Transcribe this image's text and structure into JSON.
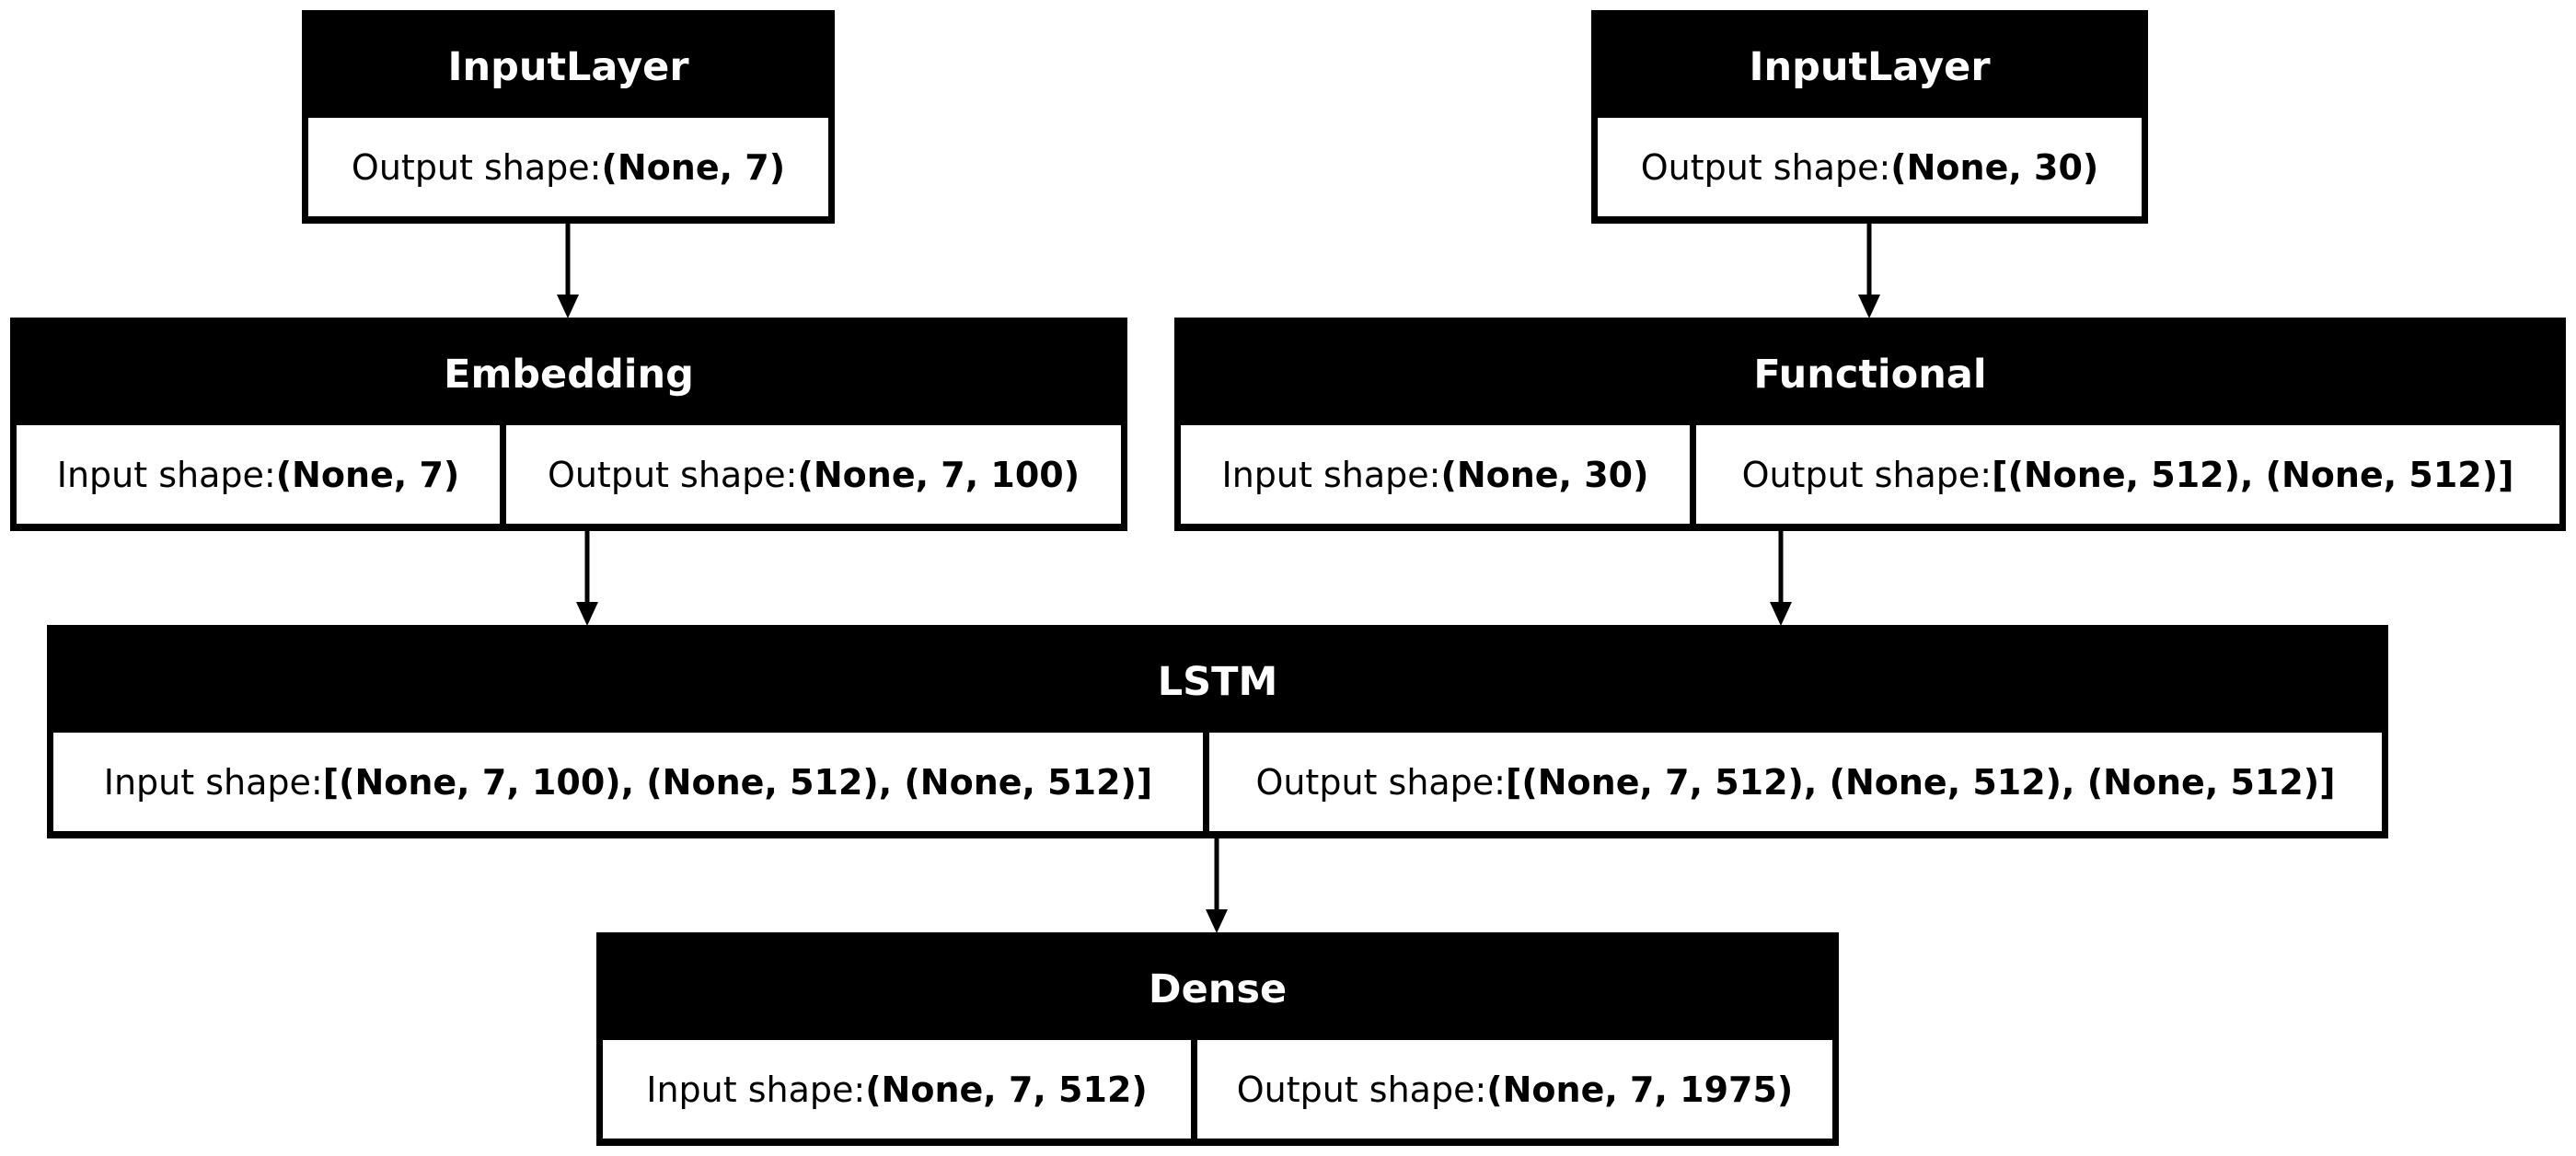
{
  "nodes": {
    "input1": {
      "title": "InputLayer",
      "output_label": "Output shape: ",
      "output_shape": "(None, 7)"
    },
    "input2": {
      "title": "InputLayer",
      "output_label": "Output shape: ",
      "output_shape": "(None, 30)"
    },
    "embedding": {
      "title": "Embedding",
      "input_label": "Input shape: ",
      "input_shape": "(None, 7)",
      "output_label": "Output shape: ",
      "output_shape": "(None, 7, 100)"
    },
    "functional": {
      "title": "Functional",
      "input_label": "Input shape: ",
      "input_shape": "(None, 30)",
      "output_label": "Output shape: ",
      "output_shape": "[(None, 512), (None, 512)]"
    },
    "lstm": {
      "title": "LSTM",
      "input_label": "Input shape: ",
      "input_shape": "[(None, 7, 100), (None, 512), (None, 512)]",
      "output_label": "Output shape: ",
      "output_shape": "[(None, 7, 512), (None, 512), (None, 512)]"
    },
    "dense": {
      "title": "Dense",
      "input_label": "Input shape: ",
      "input_shape": "(None, 7, 512)",
      "output_label": "Output shape: ",
      "output_shape": "(None, 7, 1975)"
    }
  },
  "edges": [
    {
      "from": "input1",
      "to": "embedding"
    },
    {
      "from": "input2",
      "to": "functional"
    },
    {
      "from": "embedding",
      "to": "lstm"
    },
    {
      "from": "functional",
      "to": "lstm"
    },
    {
      "from": "lstm",
      "to": "dense"
    }
  ]
}
